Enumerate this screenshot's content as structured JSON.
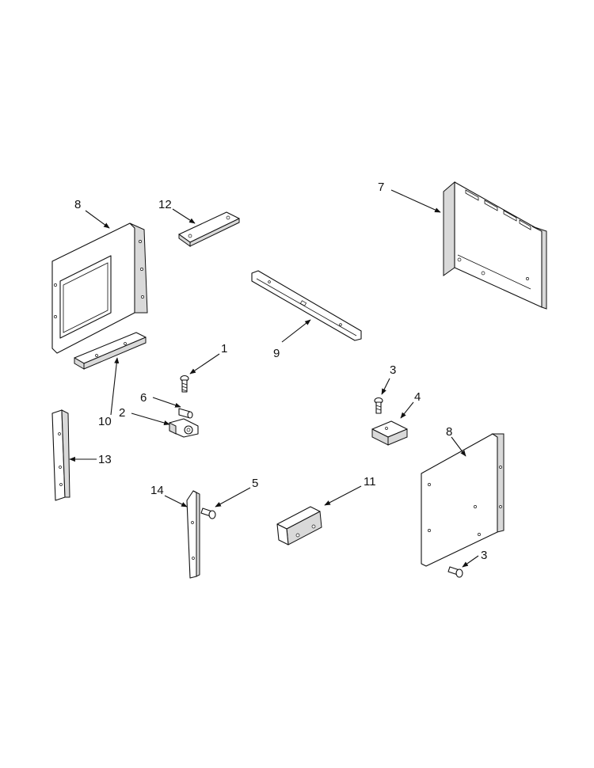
{
  "callouts": {
    "c8_left": "8",
    "c12": "12",
    "c7": "7",
    "c9": "9",
    "c1": "1",
    "c6": "6",
    "c2": "2",
    "c10": "10",
    "c13": "13",
    "c3_top": "3",
    "c4": "4",
    "c8_right": "8",
    "c14": "14",
    "c5": "5",
    "c11": "11",
    "c3_bottom": "3"
  }
}
